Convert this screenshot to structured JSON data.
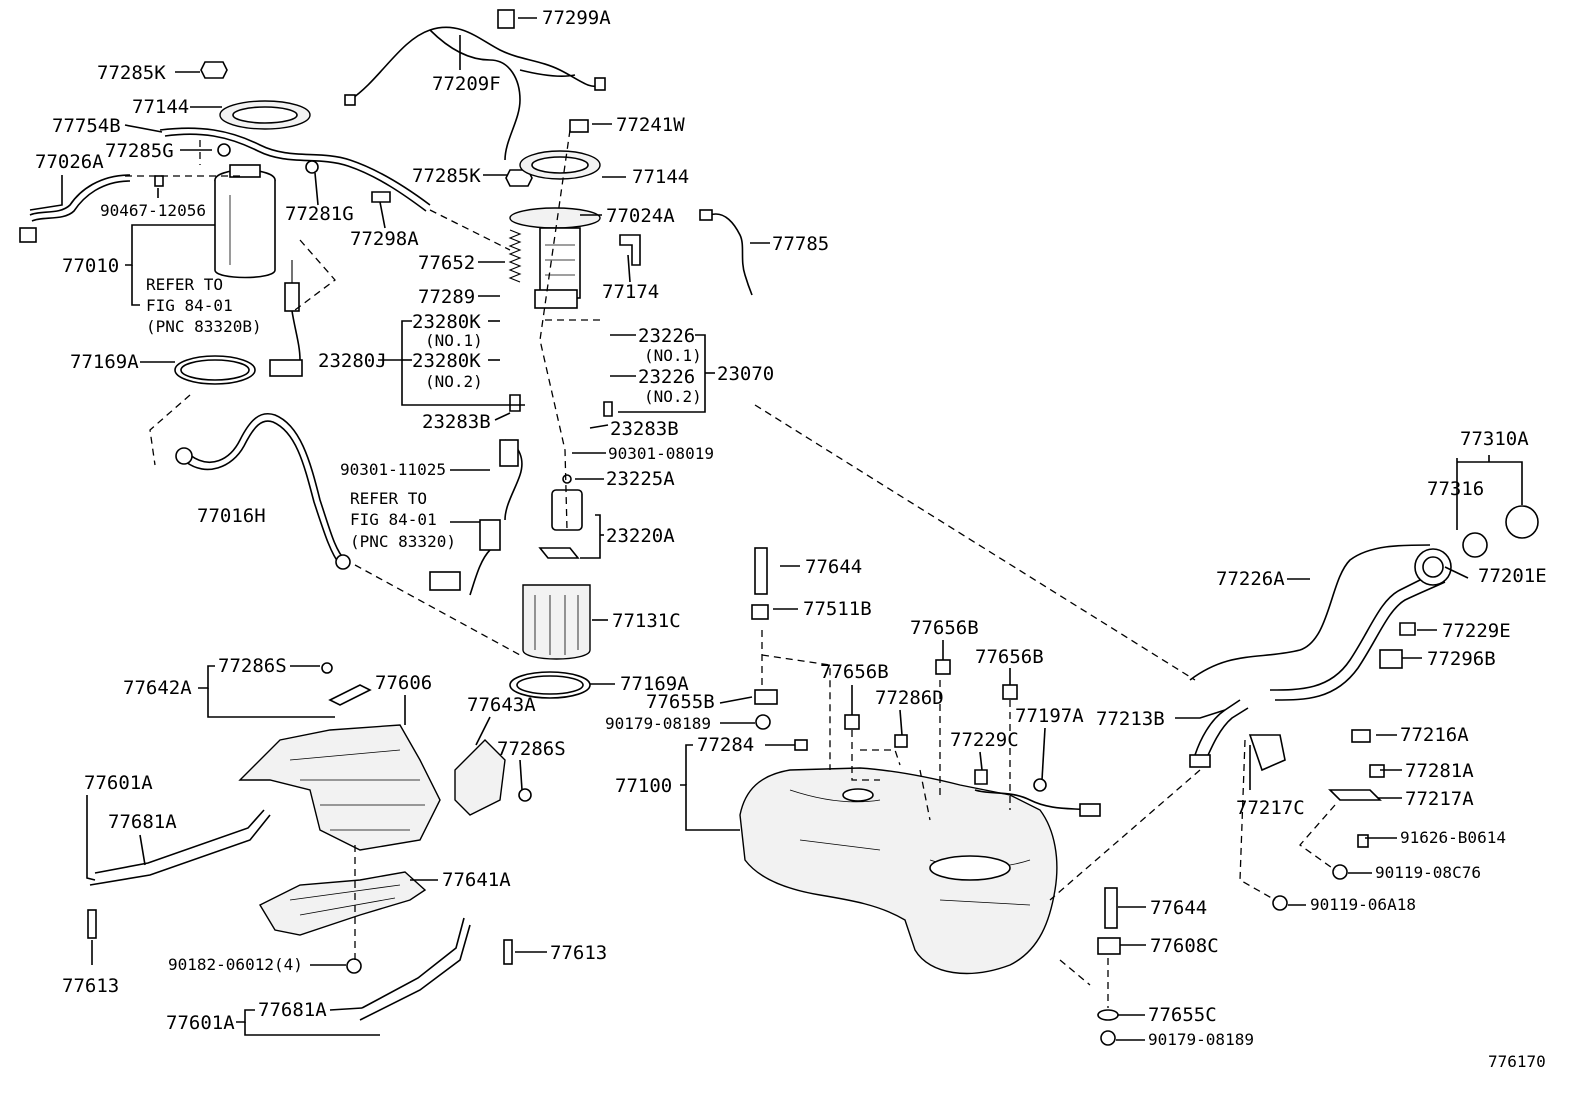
{
  "figure_number": "776170",
  "callouts": [
    {
      "id": "c77299A",
      "text": "77299A"
    },
    {
      "id": "c77285K_1",
      "text": "77285K"
    },
    {
      "id": "c77209F",
      "text": "77209F"
    },
    {
      "id": "c77144_1",
      "text": "77144"
    },
    {
      "id": "c77754B",
      "text": "77754B"
    },
    {
      "id": "c77241W",
      "text": "77241W"
    },
    {
      "id": "c77285G",
      "text": "77285G"
    },
    {
      "id": "c77026A",
      "text": "77026A"
    },
    {
      "id": "c77285K_2",
      "text": "77285K"
    },
    {
      "id": "c77144_2",
      "text": "77144"
    },
    {
      "id": "c90467",
      "text": "90467-12056"
    },
    {
      "id": "c77281G",
      "text": "77281G"
    },
    {
      "id": "c77024A",
      "text": "77024A"
    },
    {
      "id": "c77298A",
      "text": "77298A"
    },
    {
      "id": "c77785",
      "text": "77785"
    },
    {
      "id": "c77652",
      "text": "77652"
    },
    {
      "id": "c77010",
      "text": "77010"
    },
    {
      "id": "c77174",
      "text": "77174"
    },
    {
      "id": "c77289",
      "text": "77289"
    },
    {
      "id": "c23280K_1",
      "text": "23280K"
    },
    {
      "id": "c23226_1",
      "text": "23226"
    },
    {
      "id": "cNO1_a",
      "text": "(NO.1)"
    },
    {
      "id": "cNO1_b",
      "text": "(NO.1)"
    },
    {
      "id": "c23280J",
      "text": "23280J"
    },
    {
      "id": "c23280K_2",
      "text": "23280K"
    },
    {
      "id": "c23226_2",
      "text": "23226"
    },
    {
      "id": "c23070",
      "text": "23070"
    },
    {
      "id": "cNO2_a",
      "text": "(NO.2)"
    },
    {
      "id": "cNO2_b",
      "text": "(NO.2)"
    },
    {
      "id": "c77169A_1",
      "text": "77169A"
    },
    {
      "id": "c23283B_1",
      "text": "23283B"
    },
    {
      "id": "c23283B_2",
      "text": "23283B"
    },
    {
      "id": "c90301_08019",
      "text": "90301-08019"
    },
    {
      "id": "c90301_11025",
      "text": "90301-11025"
    },
    {
      "id": "c23225A",
      "text": "23225A"
    },
    {
      "id": "c77310A",
      "text": "77310A"
    },
    {
      "id": "c77316",
      "text": "77316"
    },
    {
      "id": "c77016H",
      "text": "77016H"
    },
    {
      "id": "c23220A",
      "text": "23220A"
    },
    {
      "id": "c77201E",
      "text": "77201E"
    },
    {
      "id": "c77226A",
      "text": "77226A"
    },
    {
      "id": "c77644_1",
      "text": "77644"
    },
    {
      "id": "c77511B",
      "text": "77511B"
    },
    {
      "id": "c77131C",
      "text": "77131C"
    },
    {
      "id": "c77229E",
      "text": "77229E"
    },
    {
      "id": "c77656B_1",
      "text": "77656B"
    },
    {
      "id": "c77296B",
      "text": "77296B"
    },
    {
      "id": "c77656B_2",
      "text": "77656B"
    },
    {
      "id": "c77656B_3",
      "text": "77656B"
    },
    {
      "id": "c77286S_1",
      "text": "77286S"
    },
    {
      "id": "c77642A",
      "text": "77642A"
    },
    {
      "id": "c77606",
      "text": "77606"
    },
    {
      "id": "c77169A_2",
      "text": "77169A"
    },
    {
      "id": "c77655B",
      "text": "77655B"
    },
    {
      "id": "c77286D",
      "text": "77286D"
    },
    {
      "id": "c77197A",
      "text": "77197A"
    },
    {
      "id": "c77213B",
      "text": "77213B"
    },
    {
      "id": "c77643A",
      "text": "77643A"
    },
    {
      "id": "c90179_08189_1",
      "text": "90179-08189"
    },
    {
      "id": "c77229C",
      "text": "77229C"
    },
    {
      "id": "c77284",
      "text": "77284"
    },
    {
      "id": "c77216A",
      "text": "77216A"
    },
    {
      "id": "c77286S_2",
      "text": "77286S"
    },
    {
      "id": "c77100",
      "text": "77100"
    },
    {
      "id": "c77601A_1",
      "text": "77601A"
    },
    {
      "id": "c77281A",
      "text": "77281A"
    },
    {
      "id": "c77217A",
      "text": "77217A"
    },
    {
      "id": "c77217C",
      "text": "77217C"
    },
    {
      "id": "c77681A_1",
      "text": "77681A"
    },
    {
      "id": "c91626",
      "text": "91626-B0614"
    },
    {
      "id": "c90119_08C76",
      "text": "90119-08C76"
    },
    {
      "id": "c77641A",
      "text": "77641A"
    },
    {
      "id": "c90119_06A18",
      "text": "90119-06A18"
    },
    {
      "id": "c77644_2",
      "text": "77644"
    },
    {
      "id": "c77608C",
      "text": "77608C"
    },
    {
      "id": "c77613_1",
      "text": "77613"
    },
    {
      "id": "c90182",
      "text": "90182-06012(4)"
    },
    {
      "id": "c77613_2",
      "text": "77613"
    },
    {
      "id": "c77655C",
      "text": "77655C"
    },
    {
      "id": "c77601A_2",
      "text": "77601A"
    },
    {
      "id": "c77681A_2",
      "text": "77681A"
    },
    {
      "id": "c90179_08189_2",
      "text": "90179-08189"
    }
  ],
  "notes": [
    {
      "id": "n1a",
      "text": "REFER TO"
    },
    {
      "id": "n1b",
      "text": "FIG 84-01"
    },
    {
      "id": "n1c",
      "text": "(PNC 83320B)"
    },
    {
      "id": "n2a",
      "text": "REFER TO"
    },
    {
      "id": "n2b",
      "text": "FIG 84-01"
    },
    {
      "id": "n2c",
      "text": "(PNC 83320)"
    }
  ]
}
